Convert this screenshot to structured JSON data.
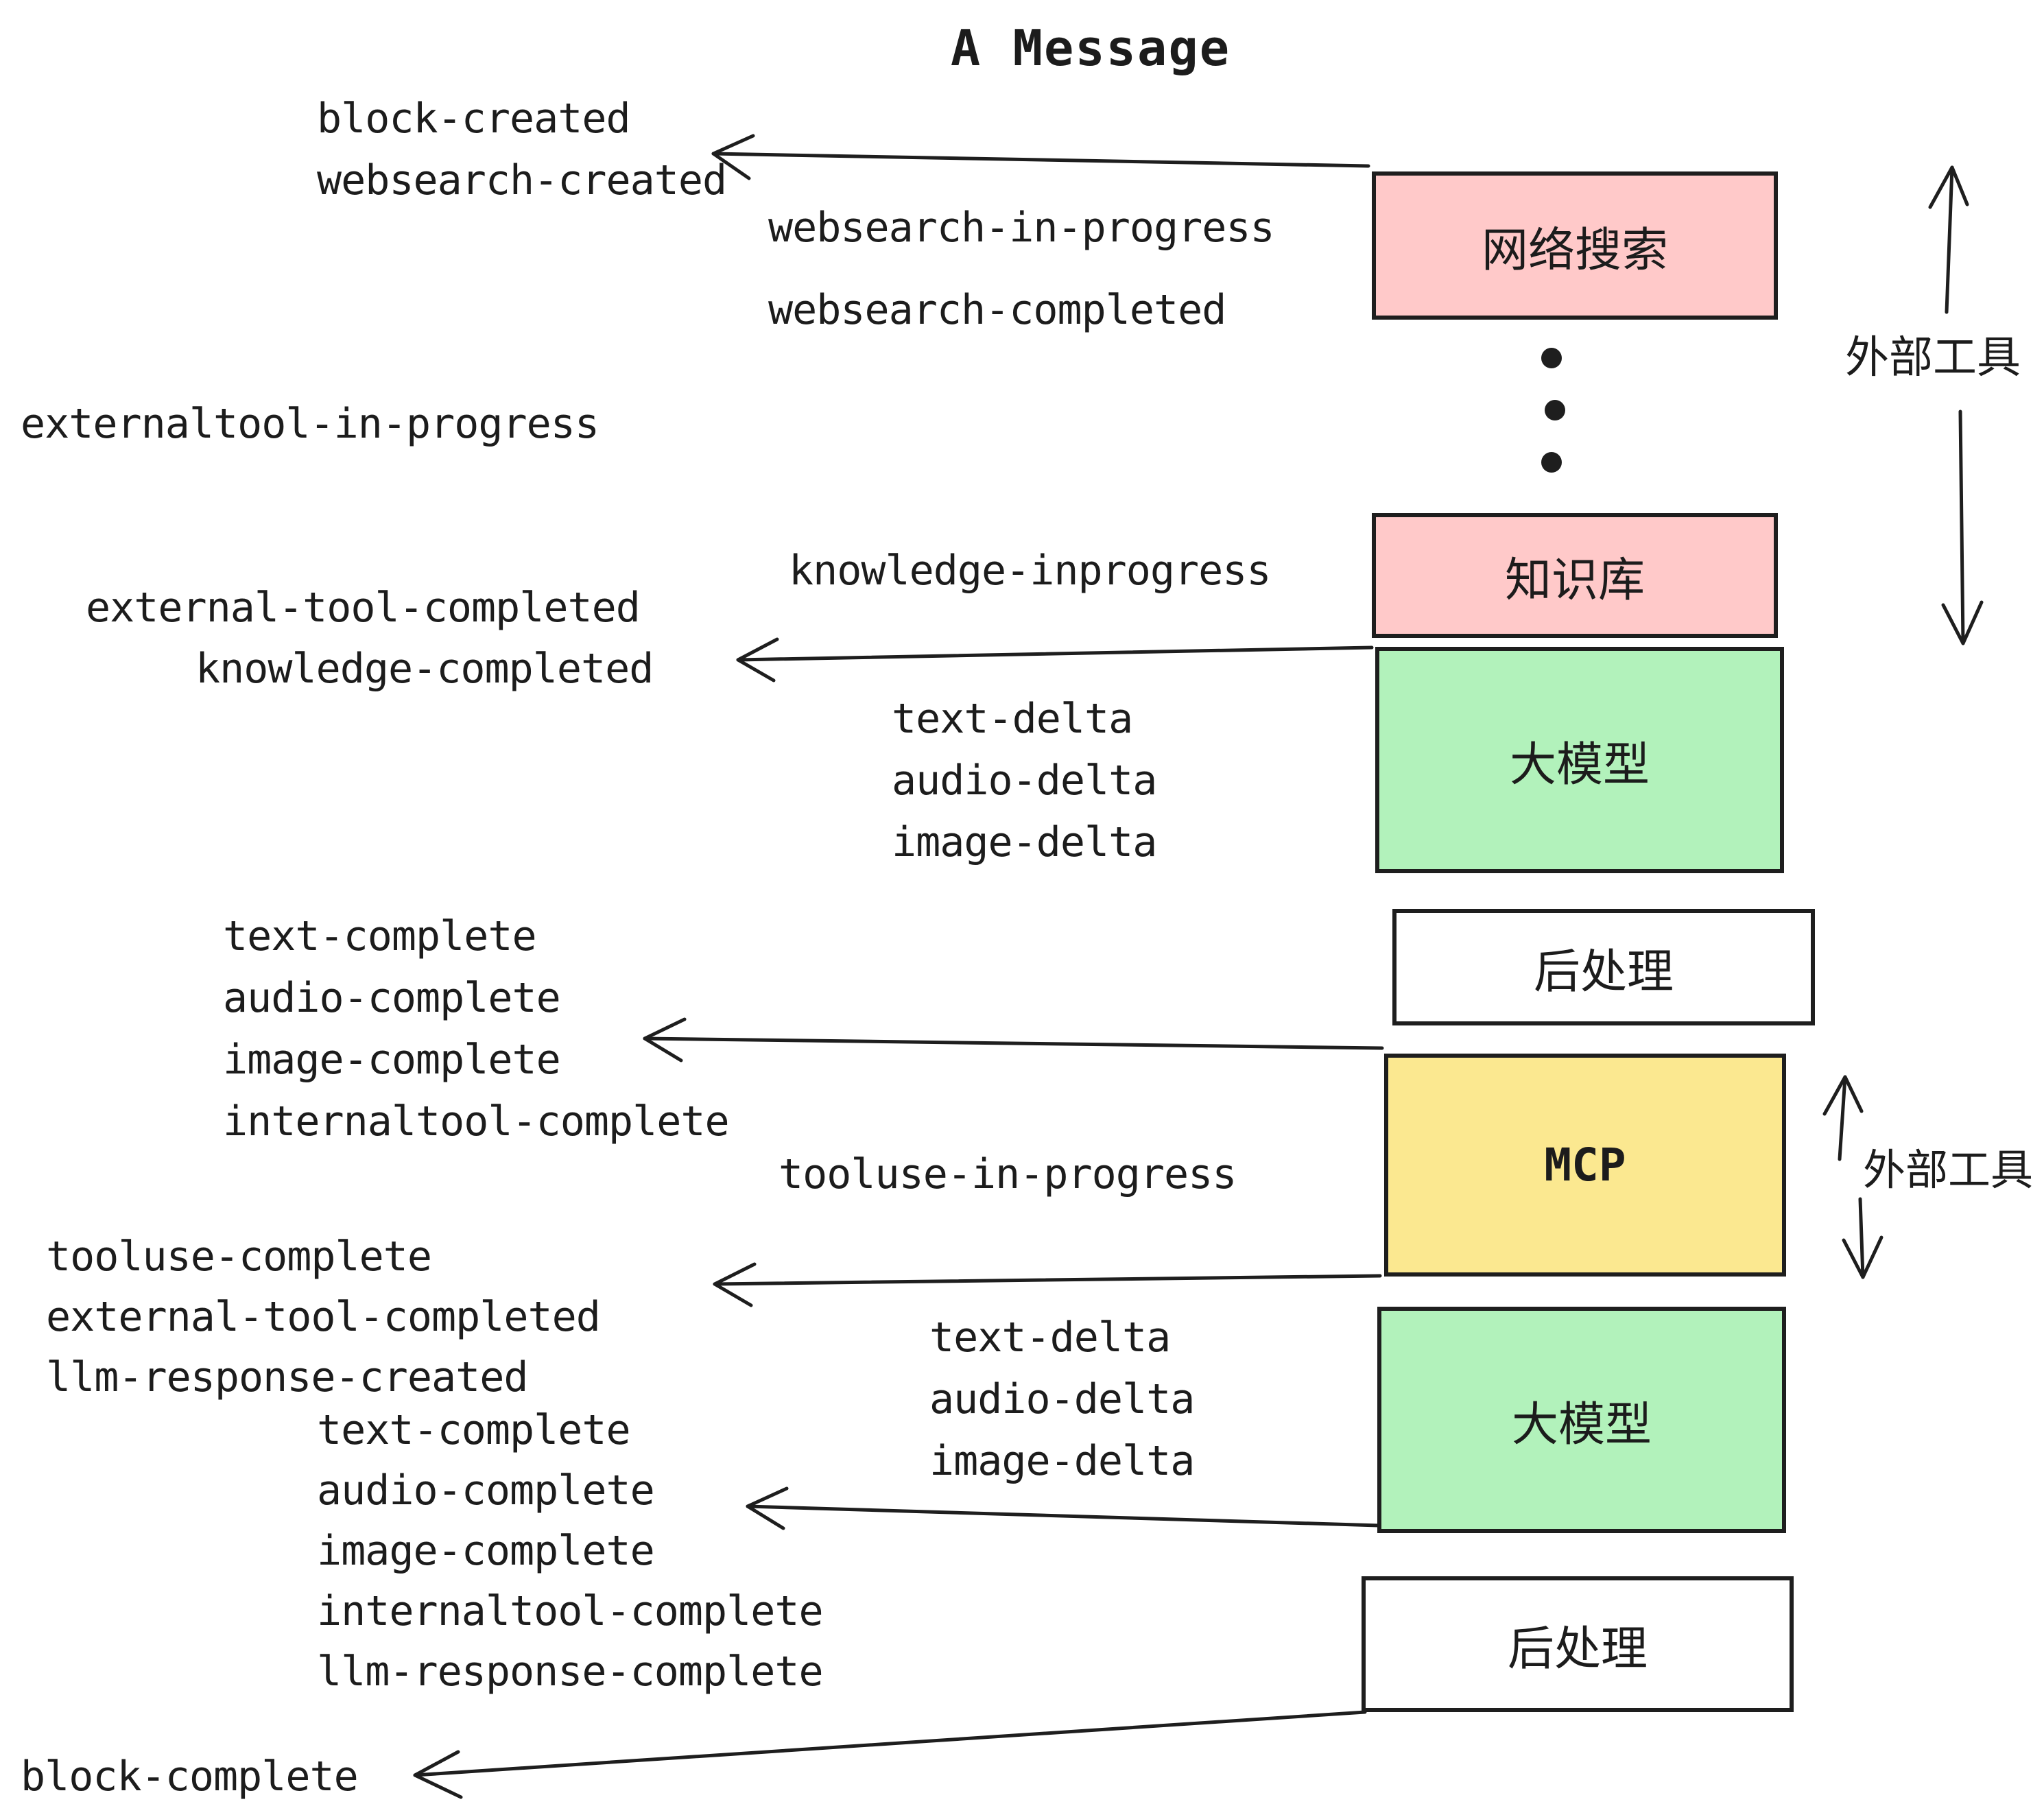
{
  "title": "A Message",
  "nodes": [
    {
      "id": "websearch",
      "label": "网络搜索",
      "color": "pink"
    },
    {
      "id": "knowledge",
      "label": "知识库",
      "color": "pink"
    },
    {
      "id": "llm-1",
      "label": "大模型",
      "color": "green"
    },
    {
      "id": "post-1",
      "label": "后处理",
      "color": "white"
    },
    {
      "id": "mcp",
      "label": "MCP",
      "color": "yellow"
    },
    {
      "id": "llm-2",
      "label": "大模型",
      "color": "green"
    },
    {
      "id": "post-2",
      "label": "后处理",
      "color": "white"
    }
  ],
  "side_labels": {
    "external_tools_top": "外部工具",
    "external_tools_bottom": "外部工具"
  },
  "events": [
    {
      "text": "block-created"
    },
    {
      "text": "websearch-created"
    },
    {
      "text": "websearch-in-progress"
    },
    {
      "text": "websearch-completed"
    },
    {
      "text": "externaltool-in-progress"
    },
    {
      "text": "knowledge-inprogress"
    },
    {
      "text": "external-tool-completed"
    },
    {
      "text": "knowledge-completed"
    },
    {
      "text": "text-delta"
    },
    {
      "text": "audio-delta"
    },
    {
      "text": "image-delta"
    },
    {
      "text": "text-complete"
    },
    {
      "text": "audio-complete"
    },
    {
      "text": "image-complete"
    },
    {
      "text": "internaltool-complete"
    },
    {
      "text": "tooluse-in-progress"
    },
    {
      "text": "tooluse-complete"
    },
    {
      "text": "external-tool-completed"
    },
    {
      "text": "llm-response-created"
    },
    {
      "text": "text-delta"
    },
    {
      "text": "audio-delta"
    },
    {
      "text": "image-delta"
    },
    {
      "text": "text-complete"
    },
    {
      "text": "audio-complete"
    },
    {
      "text": "image-complete"
    },
    {
      "text": "internaltool-complete"
    },
    {
      "text": "llm-response-complete"
    },
    {
      "text": "block-complete"
    }
  ],
  "colors": {
    "pink": "#ffc9c9",
    "green": "#b2f2bb",
    "yellow": "#fbe890",
    "white": "#ffffff",
    "stroke": "#1e1e1e"
  }
}
